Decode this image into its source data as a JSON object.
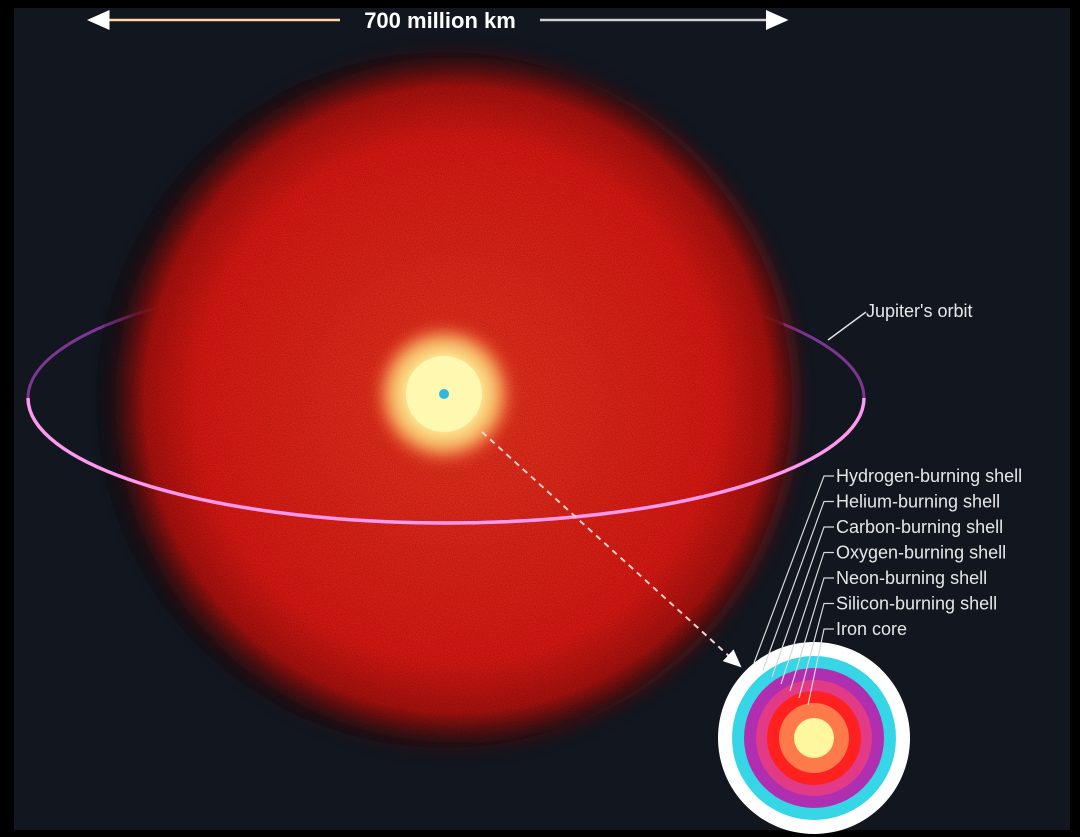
{
  "scale_bar": {
    "label": "700 million km"
  },
  "orbit_label": "Jupiter's orbit",
  "shells": [
    {
      "label": "Hydrogen-burning shell",
      "color": "#ffffff"
    },
    {
      "label": "Helium-burning shell",
      "color": "#36d6e6"
    },
    {
      "label": "Carbon-burning shell",
      "color": "#b02fb0"
    },
    {
      "label": "Oxygen-burning shell",
      "color": "#e23a86"
    },
    {
      "label": "Neon-burning shell",
      "color": "#ff2020"
    },
    {
      "label": "Silicon-burning shell",
      "color": "#ff7a4a"
    },
    {
      "label": "Iron core",
      "color": "#fff7a0"
    }
  ],
  "colors": {
    "background": "#12161f",
    "star": "#ff1a12",
    "orbit": "#ff88ee",
    "core_glow": "#fff9a8"
  }
}
